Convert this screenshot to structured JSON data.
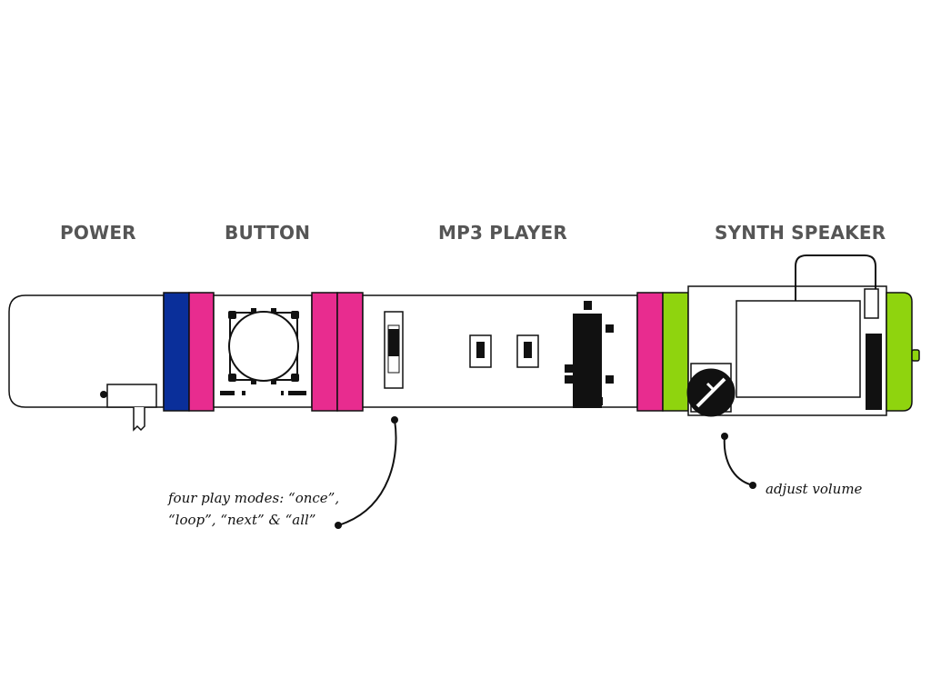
{
  "modules": [
    {
      "id": "power",
      "label": "POWER"
    },
    {
      "id": "button",
      "label": "BUTTON"
    },
    {
      "id": "mp3",
      "label": "MP3 PLAYER"
    },
    {
      "id": "speaker",
      "label": "SYNTH SPEAKER"
    }
  ],
  "annotations": {
    "play_modes_line1": "four play modes: “once”,",
    "play_modes_line2": "“loop”, “next” & “all”",
    "volume": "adjust volume"
  },
  "colors": {
    "power_blue": "#0a2f9a",
    "input_pink": "#e82c8f",
    "output_green": "#8fd40e",
    "outline": "#111111",
    "label_gray": "#555555"
  }
}
